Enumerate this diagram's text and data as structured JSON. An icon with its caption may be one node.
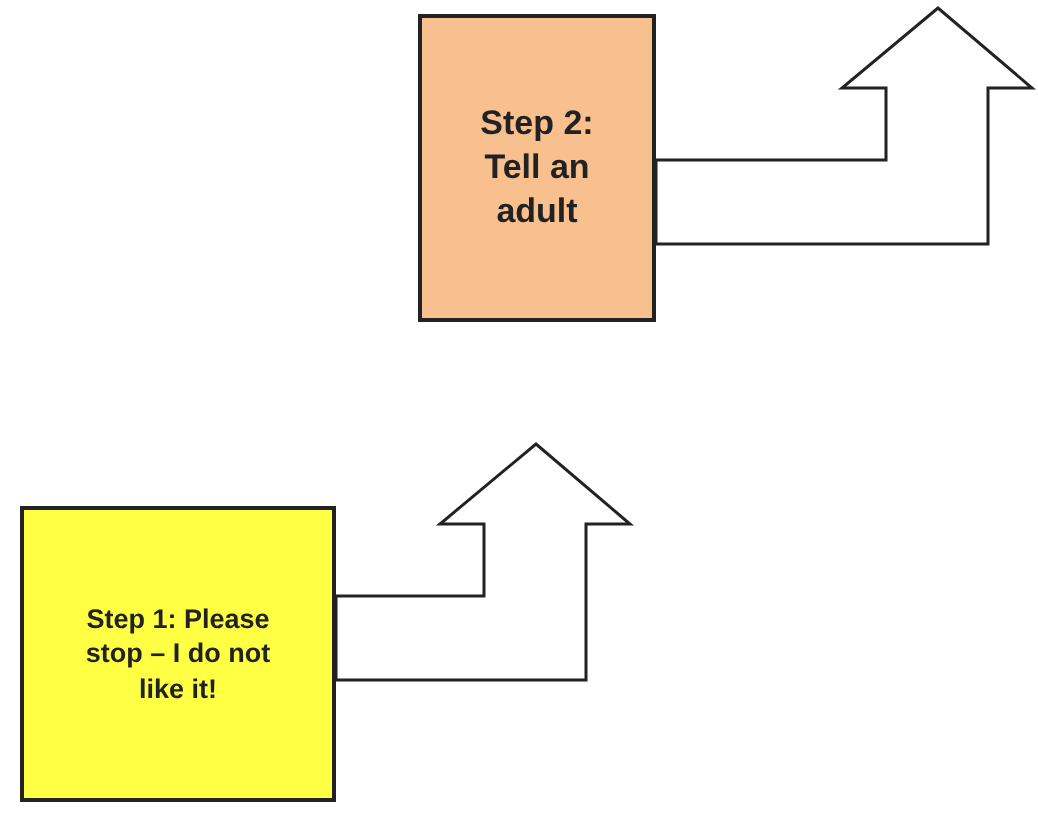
{
  "diagram": {
    "nodes": [
      {
        "text": [
          "Step 1: Please stop – I do not like it!"
        ]
      },
      {
        "text": [
          "Step 2: Tell an adult"
        ]
      }
    ],
    "edges": [
      {
        "from": 0,
        "to": 1,
        "arrow": "to"
      },
      {
        "from": 1,
        "to": null,
        "arrow": "to"
      }
    ]
  }
}
